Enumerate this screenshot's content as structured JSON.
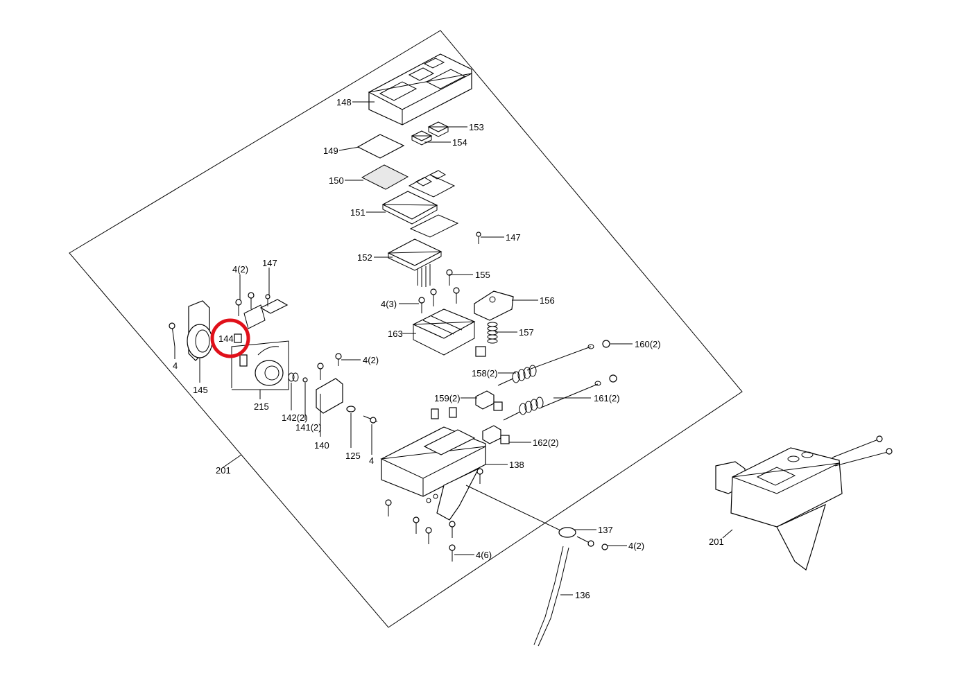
{
  "callouts": {
    "c148": "148",
    "c153": "153",
    "c154": "154",
    "c149": "149",
    "c150": "150",
    "c151": "151",
    "c147a": "147",
    "c152": "152",
    "c155": "155",
    "c4_3": "4(3)",
    "c156": "156",
    "c157": "157",
    "c163": "163",
    "c160": "160(2)",
    "c158": "158(2)",
    "c161": "161(2)",
    "c159": "159(2)",
    "c162": "162(2)",
    "c138": "138",
    "c137": "137",
    "c4_2c": "4(2)",
    "c4_6": "4(6)",
    "c136": "136",
    "c4_2a": "4(2)",
    "c147b": "147",
    "c144": "144",
    "c4a": "4",
    "c145": "145",
    "c215": "215",
    "c142": "142(2)",
    "c141": "141(2)",
    "c140": "140",
    "c125": "125",
    "c4b": "4",
    "c4_2b": "4(2)",
    "c201a": "201",
    "c201b": "201"
  },
  "highlight": {
    "color": "#e0101a",
    "target": "144"
  }
}
